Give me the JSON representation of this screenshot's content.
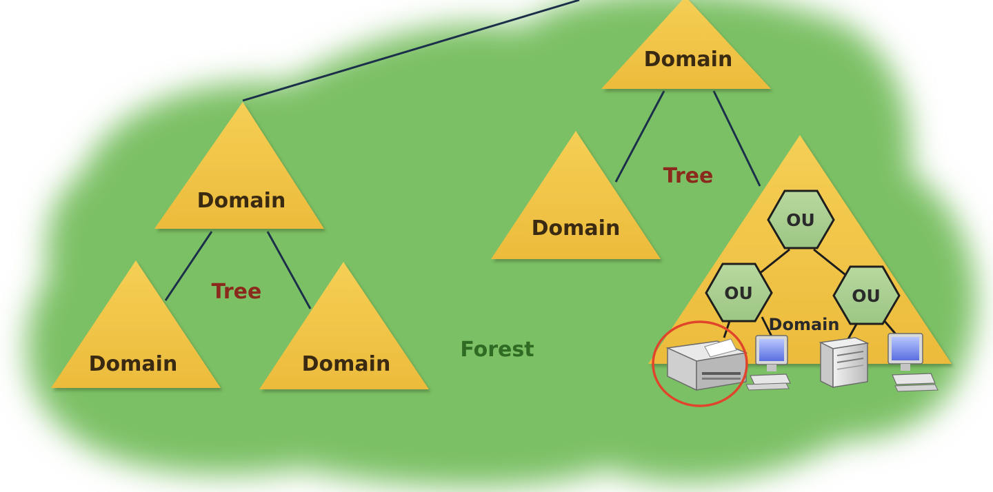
{
  "colors": {
    "forest_fill": "#7cc065",
    "domain_fill": "#f1c44a",
    "domain_edge": "#c99a24",
    "ou_fill": "#a9cf8f",
    "ou_stroke": "#1e1e1e",
    "connector": "#1c2f4a",
    "highlight_ring": "#e0442a",
    "tree_label": "#8a2a1c",
    "forest_label": "#2f6b23"
  },
  "labels": {
    "forest": "Forest",
    "tree_left": "Tree",
    "tree_right": "Tree"
  },
  "domains": {
    "left_root": "Domain",
    "left_child_1": "Domain",
    "left_child_2": "Domain",
    "right_root": "Domain",
    "right_child_1": "Domain",
    "right_child_2": "Domain"
  },
  "ous": {
    "top": "OU",
    "left": "OU",
    "right": "OU"
  },
  "devices": [
    {
      "kind": "printer-icon"
    },
    {
      "kind": "desktop-computer-icon"
    },
    {
      "kind": "server-tower-icon"
    },
    {
      "kind": "desktop-computer-icon"
    }
  ]
}
